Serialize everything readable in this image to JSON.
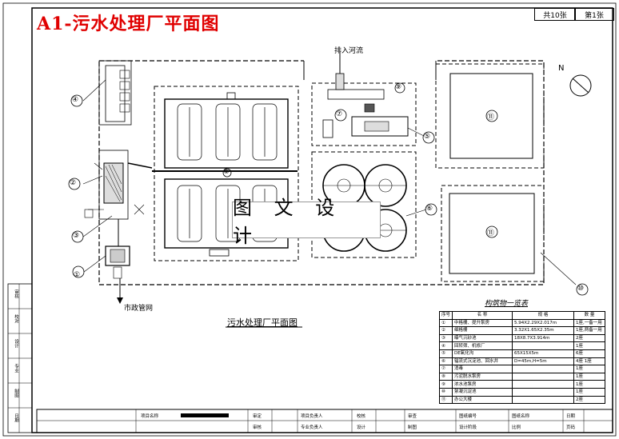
{
  "title": "A1-污水处理厂平面图",
  "sheet_total": "共10张",
  "sheet_no": "第1张",
  "label_river": "排入河流",
  "label_sewer": "市政管网",
  "north": "N",
  "stamp": "图 文 设 计",
  "plan_title": "污水处理厂平面图",
  "legend_title": "构筑物一览表",
  "callouts": [
    "①",
    "②",
    "③",
    "④",
    "⑤",
    "⑥",
    "⑦",
    "⑧",
    "⑨",
    "⑩",
    "⑪"
  ],
  "legend": {
    "headers": [
      "序号",
      "名  称",
      "规  格",
      "数  量"
    ],
    "rows": [
      [
        "①",
        "中格栅、提升泵房",
        "5.94X2.29X2.017m",
        "1座,一备一用"
      ],
      [
        "②",
        "细格栅",
        "3.32X1.65X2.35m",
        "1座,两备一用"
      ],
      [
        "③",
        "曝气沉砂池",
        "18X8.7X3.914m",
        "2座"
      ],
      [
        "④",
        "回转筛、机修厂",
        "",
        "1座"
      ],
      [
        "⑤",
        "DE氧化沟",
        "65X15X5m",
        "6座"
      ],
      [
        "⑥",
        "辐流式沉淀池、回水井",
        "D=45m,H=5m",
        "4座 1座"
      ],
      [
        "⑦",
        "消毒",
        "",
        "1座"
      ],
      [
        "⑧",
        "污泥脱水泵房",
        "",
        "1座"
      ],
      [
        "⑨",
        "浓水池泵房",
        "",
        "1座"
      ],
      [
        "⑩",
        "絮凝沉淀池",
        "",
        "1座"
      ],
      [
        "⑪",
        "办公大楼",
        "",
        "2座"
      ]
    ]
  },
  "title_block": {
    "project_name": "项目名称",
    "approve": "审定",
    "review": "审核",
    "check": "校核",
    "design": "设计",
    "draw": "制图",
    "discipline_lead": "专业负责人",
    "project_lead": "项目负责人",
    "reviewer": "审查",
    "drawing_no": "图纸编号",
    "drawing_name": "图纸名称",
    "date": "日期",
    "scale": "比例",
    "stage": "设计阶段",
    "sheet": "页码"
  },
  "side_block": [
    "审核",
    "校对",
    "设计",
    "专业",
    "制图",
    "日期"
  ]
}
